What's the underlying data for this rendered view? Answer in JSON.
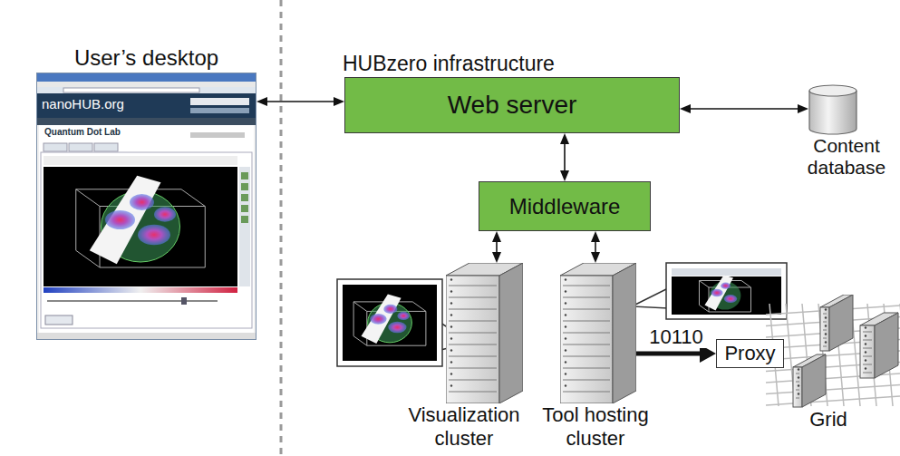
{
  "diagram": {
    "nodes": [
      {
        "text": [
          "User’s desktop"
        ]
      },
      {
        "text": [
          "Web server"
        ]
      },
      {
        "text": [
          "Content database"
        ]
      },
      {
        "text": [
          "Middleware"
        ]
      },
      {
        "text": [
          "Visualization cluster"
        ]
      },
      {
        "text": [
          "Tool hosting cluster"
        ]
      },
      {
        "text": [
          "Proxy"
        ]
      },
      {
        "text": [
          "Grid"
        ]
      }
    ],
    "edges": [
      {
        "from": 0,
        "to": 1,
        "arrow": "both"
      },
      {
        "from": 1,
        "to": 2,
        "arrow": "both"
      },
      {
        "from": 1,
        "to": 3,
        "arrow": "both"
      },
      {
        "from": 3,
        "to": 4,
        "arrow": "both"
      },
      {
        "from": 3,
        "to": 5,
        "arrow": "both"
      },
      {
        "from": 5,
        "to": 6,
        "label": "10110",
        "arrow": "to"
      }
    ],
    "labels": [
      "HUBzero infrastructure",
      "nanoHUB.org",
      "Quantum Dot Lab"
    ]
  }
}
